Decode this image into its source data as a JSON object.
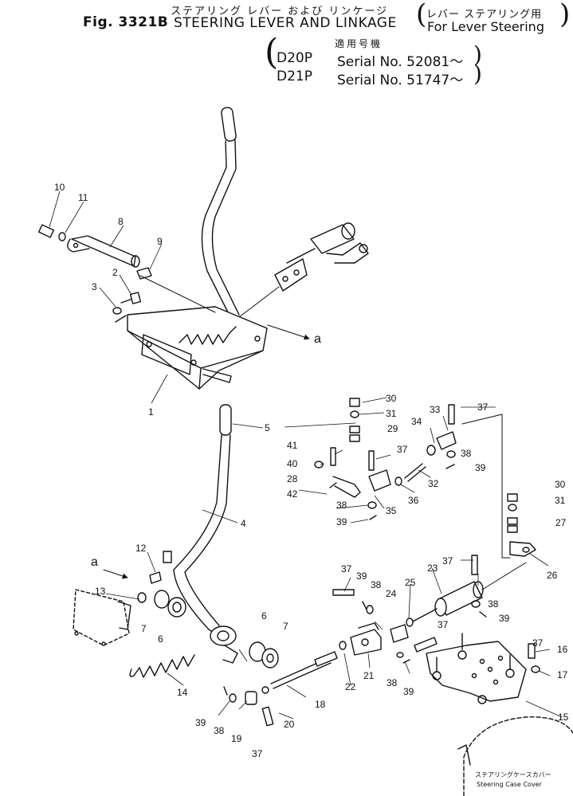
{
  "title": {
    "fig_number": "Fig. 3321B",
    "title_jp": "ステアリング レバー および リンケージ",
    "title_en": "STEERING LEVER AND LINKAGE",
    "qualifier_jp": "レバー ステアリング用",
    "qualifier_en": "For Lever Steering",
    "applicable_jp": "適用号機",
    "models": [
      {
        "model": "D20P",
        "serial": "Serial No. 52081～"
      },
      {
        "model": "D21P",
        "serial": "Serial No. 51747～"
      }
    ]
  },
  "callouts": [
    "1",
    "2",
    "3",
    "4",
    "5",
    "6",
    "6",
    "7",
    "7",
    "8",
    "9",
    "10",
    "11",
    "12",
    "13",
    "14",
    "15",
    "16",
    "17",
    "18",
    "19",
    "20",
    "21",
    "22",
    "23",
    "24",
    "25",
    "26",
    "27",
    "28",
    "29",
    "30",
    "30",
    "31",
    "31",
    "32",
    "33",
    "34",
    "35",
    "36",
    "37",
    "37",
    "37",
    "37",
    "37",
    "37",
    "37",
    "38",
    "38",
    "38",
    "38",
    "38",
    "38",
    "39",
    "39",
    "39",
    "39",
    "39",
    "39",
    "39",
    "40",
    "41",
    "42"
  ],
  "view_marks": {
    "upper": "a",
    "lower": "a"
  },
  "case_cover": {
    "jp": "ステアリングケースカバー",
    "en": "Steering Case Cover"
  }
}
